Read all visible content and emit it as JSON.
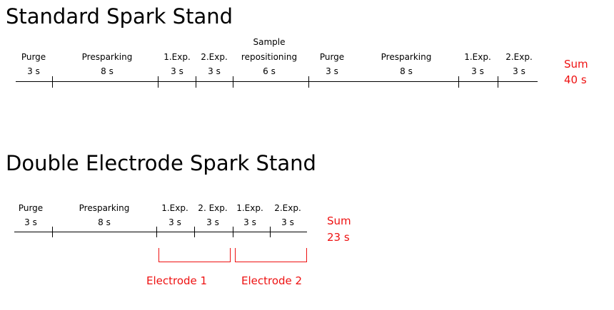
{
  "standard": {
    "title": "Standard Spark Stand",
    "segments": [
      {
        "label": "Purge",
        "duration": "3 s"
      },
      {
        "label": "Presparking",
        "duration": "8 s"
      },
      {
        "label": "1.Exp.",
        "duration": "3 s"
      },
      {
        "label": "2.Exp.",
        "duration": "3 s"
      },
      {
        "label_line1": "Sample",
        "label": "repositioning",
        "duration": "6 s"
      },
      {
        "label": "Purge",
        "duration": "3 s"
      },
      {
        "label": "Presparking",
        "duration": "8 s"
      },
      {
        "label": "1.Exp.",
        "duration": "3 s"
      },
      {
        "label": "2.Exp.",
        "duration": "3 s"
      }
    ],
    "sum_label": "Sum",
    "sum_value": "40 s"
  },
  "double": {
    "title": "Double Electrode Spark Stand",
    "segments": [
      {
        "label": "Purge",
        "duration": "3 s"
      },
      {
        "label": "Presparking",
        "duration": "8 s"
      },
      {
        "label": "1.Exp.",
        "duration": "3 s"
      },
      {
        "label": "2. Exp.",
        "duration": "3 s"
      },
      {
        "label": "1.Exp.",
        "duration": "3 s"
      },
      {
        "label": "2.Exp.",
        "duration": "3 s"
      }
    ],
    "sum_label": "Sum",
    "sum_value": "23 s",
    "electrodes": [
      "Electrode 1",
      "Electrode 2"
    ]
  }
}
